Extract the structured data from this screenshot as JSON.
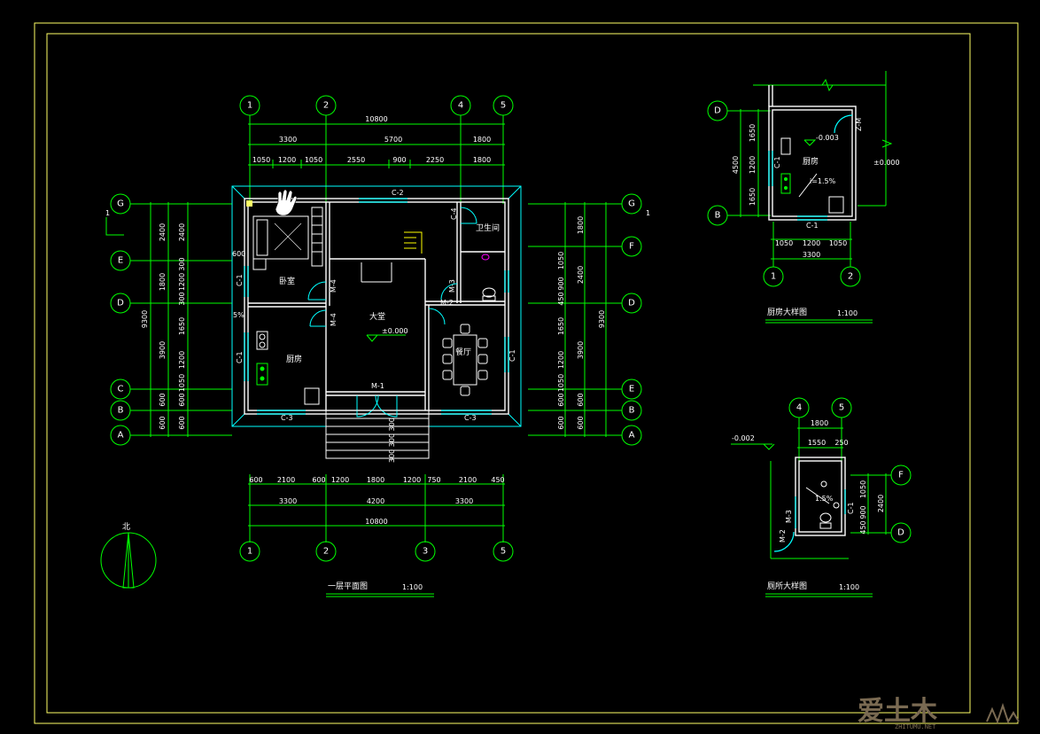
{
  "drawing": {
    "colors": {
      "background": "#000000",
      "frame": "#ffff66",
      "dimension": "#00ff00",
      "wall": "#ffffff",
      "window": "#00ffff",
      "fixture": "#ff00ff"
    },
    "main_plan": {
      "title": "一层平面图",
      "scale": "1:100",
      "top_grid_labels": [
        "1",
        "2",
        "4",
        "5"
      ],
      "bottom_grid_labels": [
        "1",
        "2",
        "3",
        "5"
      ],
      "left_grid_labels": [
        "G",
        "E",
        "D",
        "C",
        "B",
        "A"
      ],
      "right_grid_labels": [
        "G",
        "F",
        "D",
        "E",
        "B",
        "A"
      ],
      "top_dims": {
        "total": "10800",
        "tier2": [
          "3300",
          "5700",
          "1800"
        ],
        "tier3": [
          "1050",
          "1200",
          "1050",
          "2550",
          "900",
          "2250",
          "1800"
        ]
      },
      "bottom_dims": {
        "tier1": [
          "600",
          "2100",
          "600",
          "1200",
          "1800",
          "1200",
          "750",
          "2100",
          "450"
        ],
        "tier2": [
          "3300",
          "4200",
          "3300"
        ],
        "total": "10800"
      },
      "left_dims": {
        "total": "9300",
        "tier2": [
          "2400",
          "1800",
          "3900",
          "600",
          "600"
        ],
        "tier3": [
          "2400",
          "300",
          "1200",
          "300",
          "1650",
          "1200",
          "1050",
          "600",
          "600"
        ]
      },
      "right_dims": {
        "total": "9300",
        "tier2": [
          "1800",
          "2400",
          "3900",
          "600",
          "600"
        ],
        "tier3": [
          "1050",
          "900",
          "450",
          "1650",
          "1200",
          "1050",
          "600",
          "600"
        ]
      },
      "rooms": {
        "bedroom": "卧室",
        "hall": "大堂",
        "kitchen": "厨房",
        "dining": "餐厅",
        "bath": "卫生间",
        "elevation": "±0.000"
      },
      "tags": {
        "window_top": "C-2",
        "window_bl": "C-3",
        "window_br": "C-3",
        "door_main": "M-1",
        "door_bath": "M-3",
        "door_m2": "M-2",
        "c1_left": "C-1",
        "c1_left2": "C-1",
        "c1_right": "C-1",
        "c4": "C-4",
        "m4a": "M-4",
        "m4b": "M-4",
        "ref_600": "600",
        "ref_5pct": "5%",
        "stair_dims": "300 300 300"
      },
      "side_marks": [
        "1",
        "1"
      ],
      "north_label": "北"
    },
    "kitchen_detail": {
      "title": "厨房大样图",
      "scale": "1:100",
      "grid_labels": {
        "d": "D",
        "b": "B",
        "c1": "1",
        "c2": "2"
      },
      "dims_bottom": [
        "1050",
        "1200",
        "1050"
      ],
      "dim_total": "3300",
      "dims_left": [
        "1650",
        "1200",
        "1650"
      ],
      "dim_left_total": "4500",
      "elev_floor": "-0.003",
      "elev_out": "±0.000",
      "slope": "i=1.5%",
      "room": "厨房",
      "tags": [
        "C-1",
        "C-1",
        "Z-M"
      ]
    },
    "bath_detail": {
      "title": "厕所大样图",
      "scale": "1:100",
      "grid_labels": {
        "c4": "4",
        "c5": "5",
        "f": "F",
        "d": "D"
      },
      "dim_top": "1800",
      "dims_top2": [
        "1550",
        "250"
      ],
      "dims_right": [
        "1050",
        "900",
        "450"
      ],
      "dim_right_total": "2400",
      "elev": "-0.002",
      "slope": "1.5%",
      "tags": [
        "M-3",
        "M-2",
        "C-1"
      ]
    },
    "watermark": {
      "text": "爱土木",
      "sub": "ZHITUMU.NET"
    }
  }
}
